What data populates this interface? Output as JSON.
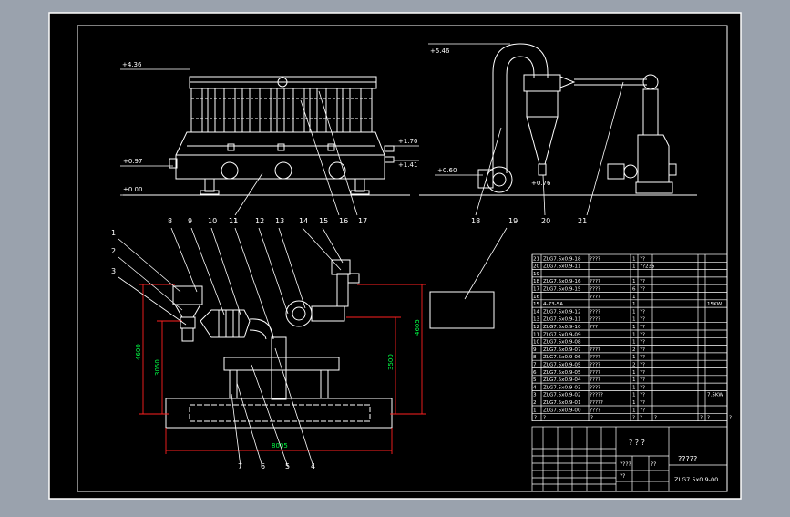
{
  "elevations": {
    "top_left": "+4.36",
    "left_mid": "+0.97",
    "left_base": "±0.00",
    "right_upper": "+1.70",
    "right_lower": "+1.41",
    "cyclone_top": "+5.46",
    "cyclone_left": "+0.60",
    "cyclone_bottom": "+0.76"
  },
  "balloons_top": [
    "11",
    "16",
    "17",
    "18",
    "19",
    "20",
    "21"
  ],
  "balloons_plan_top": [
    "8",
    "9",
    "10",
    "11",
    "12",
    "13",
    "14",
    "15"
  ],
  "balloons_plan_left": [
    "1",
    "2",
    "3"
  ],
  "balloons_plan_bottom": [
    "7",
    "6",
    "5",
    "4"
  ],
  "dimensions": {
    "vertical_left_outer": "4600",
    "vertical_left_inner": "3050",
    "vertical_right_inner": "3500",
    "vertical_right_outer": "4605",
    "horizontal_bottom": "8005"
  },
  "parts_list": {
    "rows": [
      {
        "no": "21",
        "code": "ZLG7.5x0.9-18",
        "name": "????",
        "qty": "1",
        "mat": "??",
        "note": ""
      },
      {
        "no": "20",
        "code": "ZLG7.5x0.9-11",
        "name": "",
        "qty": "1",
        "mat": "??235",
        "note": ""
      },
      {
        "no": "19",
        "code": "",
        "name": "",
        "qty": "",
        "mat": "",
        "note": ""
      },
      {
        "no": "18",
        "code": "ZLG7.5x0.9-16",
        "name": "????",
        "qty": "1",
        "mat": "??",
        "note": ""
      },
      {
        "no": "17",
        "code": "ZLG7.5x0.9-15",
        "name": "????",
        "qty": "6",
        "mat": "??",
        "note": ""
      },
      {
        "no": "16",
        "code": "",
        "name": "????",
        "qty": "1",
        "mat": "",
        "note": ""
      },
      {
        "no": "15",
        "code": "4-73-5A",
        "name": "",
        "qty": "1",
        "mat": "",
        "note": "15KW"
      },
      {
        "no": "14",
        "code": "ZLG7.5x0.9-12",
        "name": "????",
        "qty": "1",
        "mat": "??",
        "note": ""
      },
      {
        "no": "13",
        "code": "ZLG7.5x0.9-11",
        "name": "????",
        "qty": "1",
        "mat": "??",
        "note": ""
      },
      {
        "no": "12",
        "code": "ZLG7.5x0.9-10",
        "name": "???",
        "qty": "1",
        "mat": "??",
        "note": ""
      },
      {
        "no": "11",
        "code": "ZLG7.5x0.9-09",
        "name": "",
        "qty": "1",
        "mat": "??",
        "note": ""
      },
      {
        "no": "10",
        "code": "ZLG7.5x0.9-08",
        "name": "",
        "qty": "1",
        "mat": "??",
        "note": ""
      },
      {
        "no": "9",
        "code": "ZLG7.5x0.9-07",
        "name": "????",
        "qty": "2",
        "mat": "??",
        "note": ""
      },
      {
        "no": "8",
        "code": "ZLG7.5x0.9-06",
        "name": "????",
        "qty": "1",
        "mat": "??",
        "note": ""
      },
      {
        "no": "7",
        "code": "ZLG7.5x0.9-05",
        "name": "????",
        "qty": "2",
        "mat": "??",
        "note": ""
      },
      {
        "no": "6",
        "code": "ZLG7.5x0.9-05",
        "name": "????",
        "qty": "1",
        "mat": "??",
        "note": ""
      },
      {
        "no": "5",
        "code": "ZLG7.5x0.9-04",
        "name": "????",
        "qty": "1",
        "mat": "??",
        "note": ""
      },
      {
        "no": "4",
        "code": "ZLG7.5x0.9-03",
        "name": "????",
        "qty": "1",
        "mat": "??",
        "note": ""
      },
      {
        "no": "3",
        "code": "ZLG7.5x0.9-02",
        "name": "?????",
        "qty": "1",
        "mat": "??",
        "note": "7.5KW"
      },
      {
        "no": "2",
        "code": "ZLG7.5x0.9-01",
        "name": "?????",
        "qty": "1",
        "mat": "??",
        "note": ""
      },
      {
        "no": "1",
        "code": "ZLG7.5x0.9-00",
        "name": "????",
        "qty": "1",
        "mat": "??",
        "note": ""
      }
    ],
    "header": [
      "?",
      "?",
      "?",
      "?",
      "?",
      "?",
      "?",
      "?",
      "?"
    ]
  },
  "title_block": {
    "title_chars": "? ? ?",
    "company": "?????",
    "drawing_no": "ZLG7.5x0.9-00",
    "misc": [
      "????",
      "??",
      "??"
    ]
  },
  "colors": {
    "background": "#000000",
    "lines": "#ffffff",
    "dimensions": "#ff2020",
    "dim_text": "#00ff44",
    "leaders": "#ffffff"
  }
}
